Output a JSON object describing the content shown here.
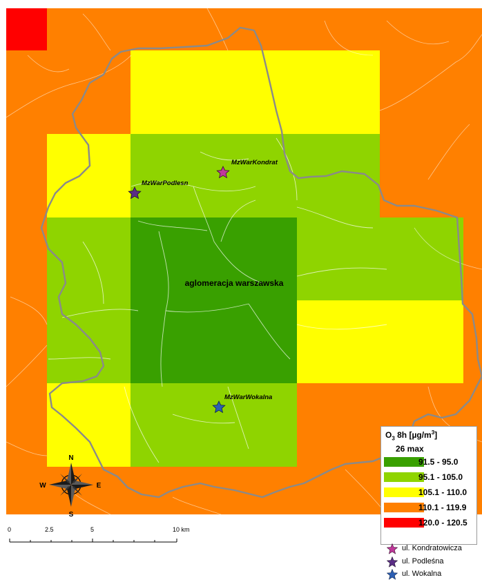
{
  "region_label": "aglomeracja warszawska",
  "stations": [
    {
      "code": "MzWarKondrat",
      "street": "ul. Kondratowicza",
      "color": "#c0389a"
    },
    {
      "code": "MzWarPodlesn",
      "street": "ul. Podleśna",
      "color": "#5a2d86"
    },
    {
      "code": "MzWarWokalna",
      "street": "ul. Wokalna",
      "color": "#2c5fb3"
    }
  ],
  "legend": {
    "title_main": "O",
    "title_sub": "3",
    "title_rest": " 8h [µg/m",
    "title_sup": "3",
    "title_end": "]",
    "subtitle": "26 max",
    "classes": [
      {
        "range": "91.5 - 95.0",
        "color": "#39a000"
      },
      {
        "range": "95.1 - 105.0",
        "color": "#8fd400"
      },
      {
        "range": "105.1 - 110.0",
        "color": "#ffff00"
      },
      {
        "range": "110.1 - 119.9",
        "color": "#ff8000"
      },
      {
        "range": "120.0 - 120.5",
        "color": "#ff0000"
      }
    ]
  },
  "compass": {
    "n": "N",
    "s": "S",
    "e": "E",
    "w": "W"
  },
  "scale_bar": {
    "labels": [
      "0",
      "2.5",
      "5",
      "10 km"
    ]
  }
}
